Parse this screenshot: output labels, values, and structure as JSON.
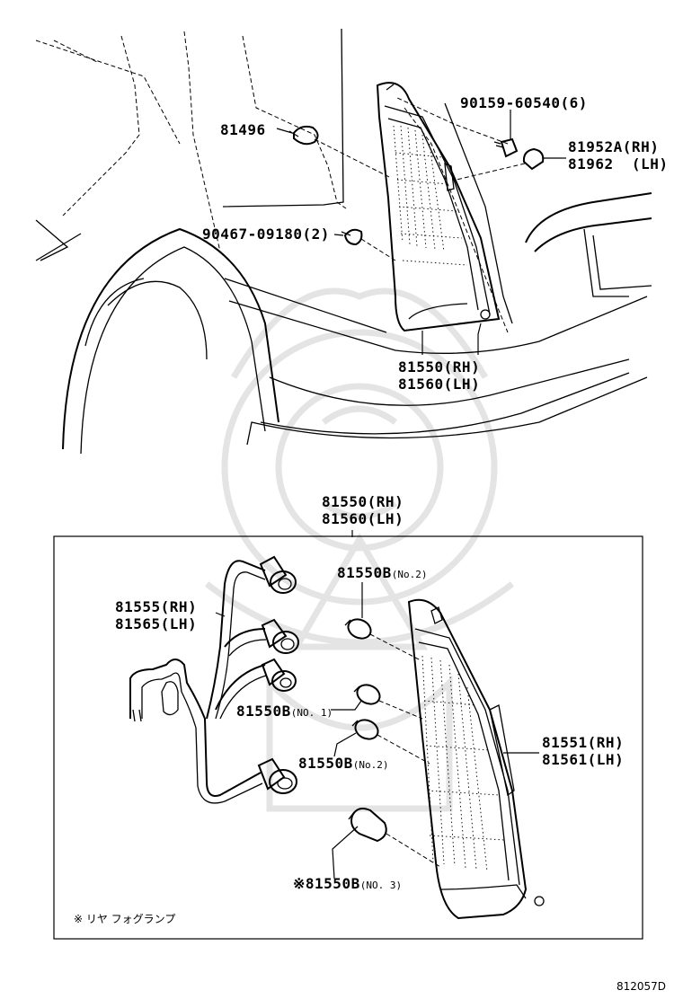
{
  "top_view": {
    "labels": {
      "clip_81496": "81496",
      "screw_90159": "90159-60540(6)",
      "cover_rh": "81952A(RH)",
      "cover_lh": "81962  (LH)",
      "clip_90467": "90467-09180(2)",
      "assy_rh": "81550(RH)",
      "assy_lh": "81560(LH)"
    }
  },
  "exploded_view": {
    "header_rh": "81550(RH)",
    "header_lh": "81560(LH)",
    "labels": {
      "socket_rh": "81555(RH)",
      "socket_lh": "81565(LH)",
      "bulb_top": "81550B",
      "bulb_top_sub": "(No.2)",
      "bulb_no1": "81550B",
      "bulb_no1_sub": "(NO. 1)",
      "bulb_no2": "81550B",
      "bulb_no2_sub": "(No.2)",
      "bulb_no3_mark": "※",
      "bulb_no3": "81550B",
      "bulb_no3_sub": "(NO. 3)",
      "lens_rh": "81551(RH)",
      "lens_lh": "81561(LH)"
    },
    "footnote": "※ リヤ フォグランプ"
  },
  "diagram_code": "812057D"
}
